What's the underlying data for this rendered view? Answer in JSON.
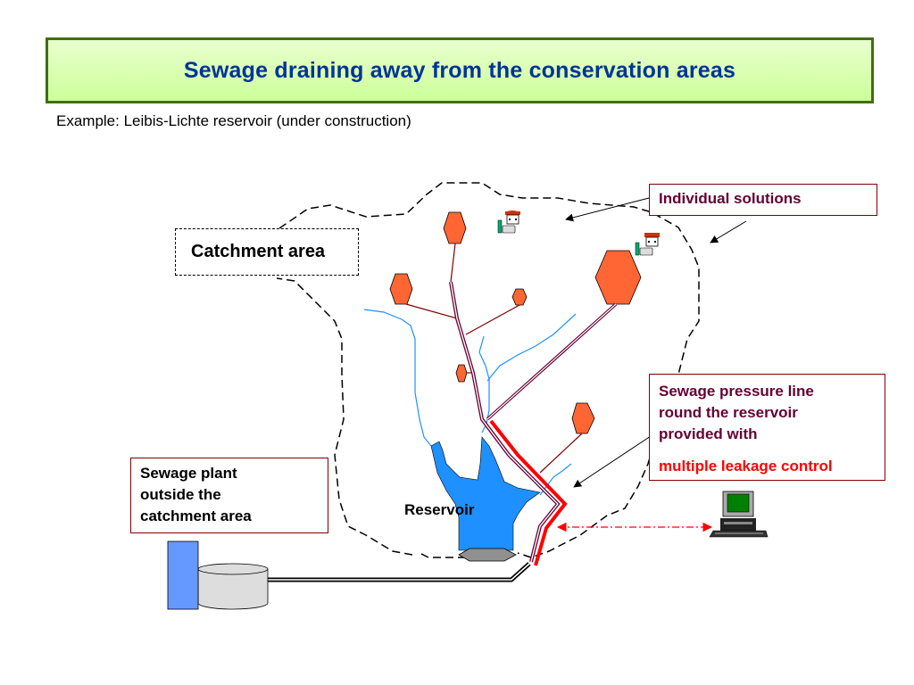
{
  "title": "Sewage draining away from the conservation areas",
  "subtitle": "Example: Leibis-Lichte reservoir (under construction)",
  "labels": {
    "individual_solutions": "Individual solutions",
    "catchment_area": "Catchment area",
    "pressure_line": [
      "Sewage pressure line",
      "round the reservoir",
      "provided with"
    ],
    "leakage_control": "multiple leakage control",
    "sewage_plant": [
      "Sewage plant",
      "outside the",
      "catchment area"
    ],
    "reservoir": "Reservoir"
  },
  "colors": {
    "title_text": "#003399",
    "title_border": "#3f6f0f",
    "title_fill": "#ccff99",
    "callout_text": "#660033",
    "callout_border": "#800000",
    "highlight_red": "#ff0000",
    "settlement": "#ff6633",
    "stream": "#1e90ff",
    "reservoir_water": "#1e90ff",
    "sewer_line": "#660033",
    "plant_building": "#6699ff",
    "plant_tank": "#dddddd"
  },
  "icons": {
    "settlements": "hexagon-settlement-icon",
    "individual_house": "house-with-tank-icon",
    "monitoring": "computer-terminal-icon",
    "dam": "dam-icon",
    "sewage_plant": "sewage-plant-icon"
  }
}
